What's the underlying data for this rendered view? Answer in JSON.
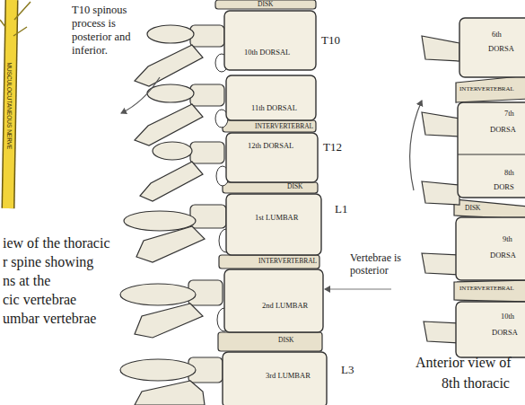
{
  "diagram": {
    "labels": [
      "T10 spinous process is posterior and inferior.",
      "T10",
      "T12",
      "L1",
      "L3",
      "Vertebrae is posterior",
      "DISK",
      "10th DORSAL",
      "11th DORSAL",
      "INTERVERTEBRAL",
      "12th DORSAL",
      "DISK",
      "1st LUMBAR",
      "INTERVERTEBRAL",
      "2nd LUMBAR",
      "DISK",
      "3rd LUMBAR",
      "MUSCULOCUTANEOUS NERVE",
      "iew of the thoracic",
      "r spine showing",
      "ns at the",
      "cic vertebrae",
      "umbar vertebrae",
      "6th",
      "DORSA",
      "INTERVERTEBRAL",
      "7th",
      "DORSA",
      "8th",
      "DORS",
      "DISK",
      "9th",
      "DORSA",
      "INTERVERTEBRAL",
      "10th",
      "DORSA",
      "Anterior view of",
      "8th thoracic"
    ]
  }
}
